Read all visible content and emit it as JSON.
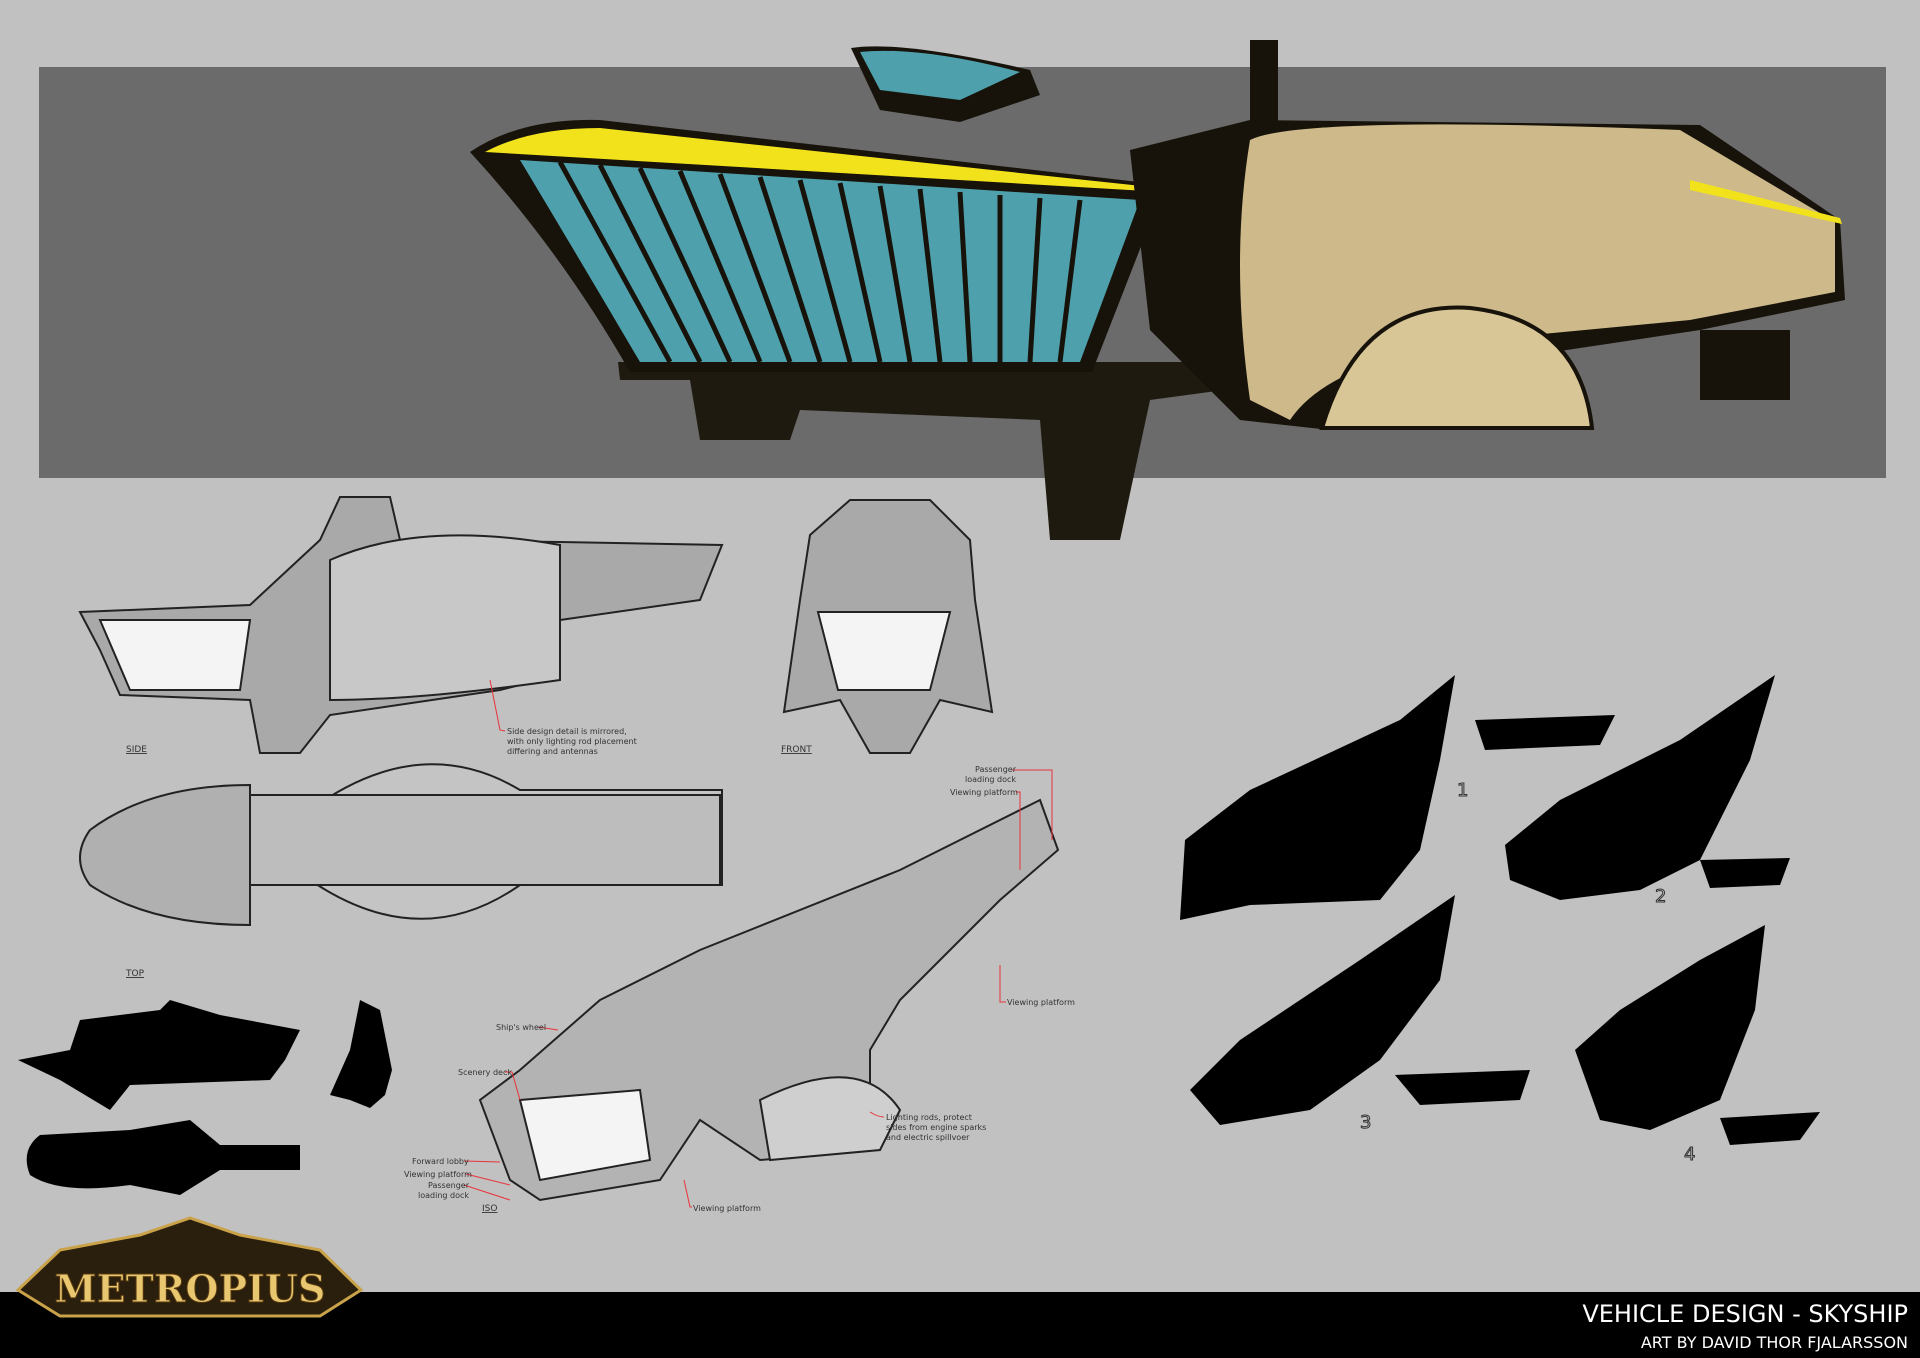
{
  "logo": {
    "text": "METROPIUS"
  },
  "footer": {
    "title": "VEHICLE DESIGN - SKYSHIP",
    "credit": "ART BY DAVID THOR FJALARSSON"
  },
  "views": {
    "side": "SIDE",
    "front": "FRONT",
    "top": "TOP",
    "iso": "ISO"
  },
  "annotations": {
    "side_note": [
      "Side design detail is mirrored,",
      "with only lighting rod placement",
      "differing and antennas"
    ],
    "passenger_dock_top": [
      "Passenger",
      "loading dock"
    ],
    "viewing_platform_top": "Viewing platform",
    "viewing_platform_right": "Viewing platform",
    "ships_wheel": "Ship's wheel",
    "scenery_deck": "Scenery deck",
    "forward_lobby": "Forward lobby",
    "viewing_platform_left": "Viewing platform",
    "passenger_dock_left": [
      "Passenger",
      "loading dock"
    ],
    "lighting_rods": [
      "Lighting rods, protect",
      "sides from engine sparks",
      "and electric spillvoer"
    ],
    "viewing_platform_bottom": "Viewing platform"
  },
  "thumbnails": [
    "1",
    "2",
    "3",
    "4"
  ],
  "colors": {
    "background": "#c1c1c1",
    "banner": "#6b6b6b",
    "glass": "#4fa0ad",
    "hull": "#cdb98a",
    "trim": "#f2e21c",
    "annotation": "#e8333a"
  }
}
